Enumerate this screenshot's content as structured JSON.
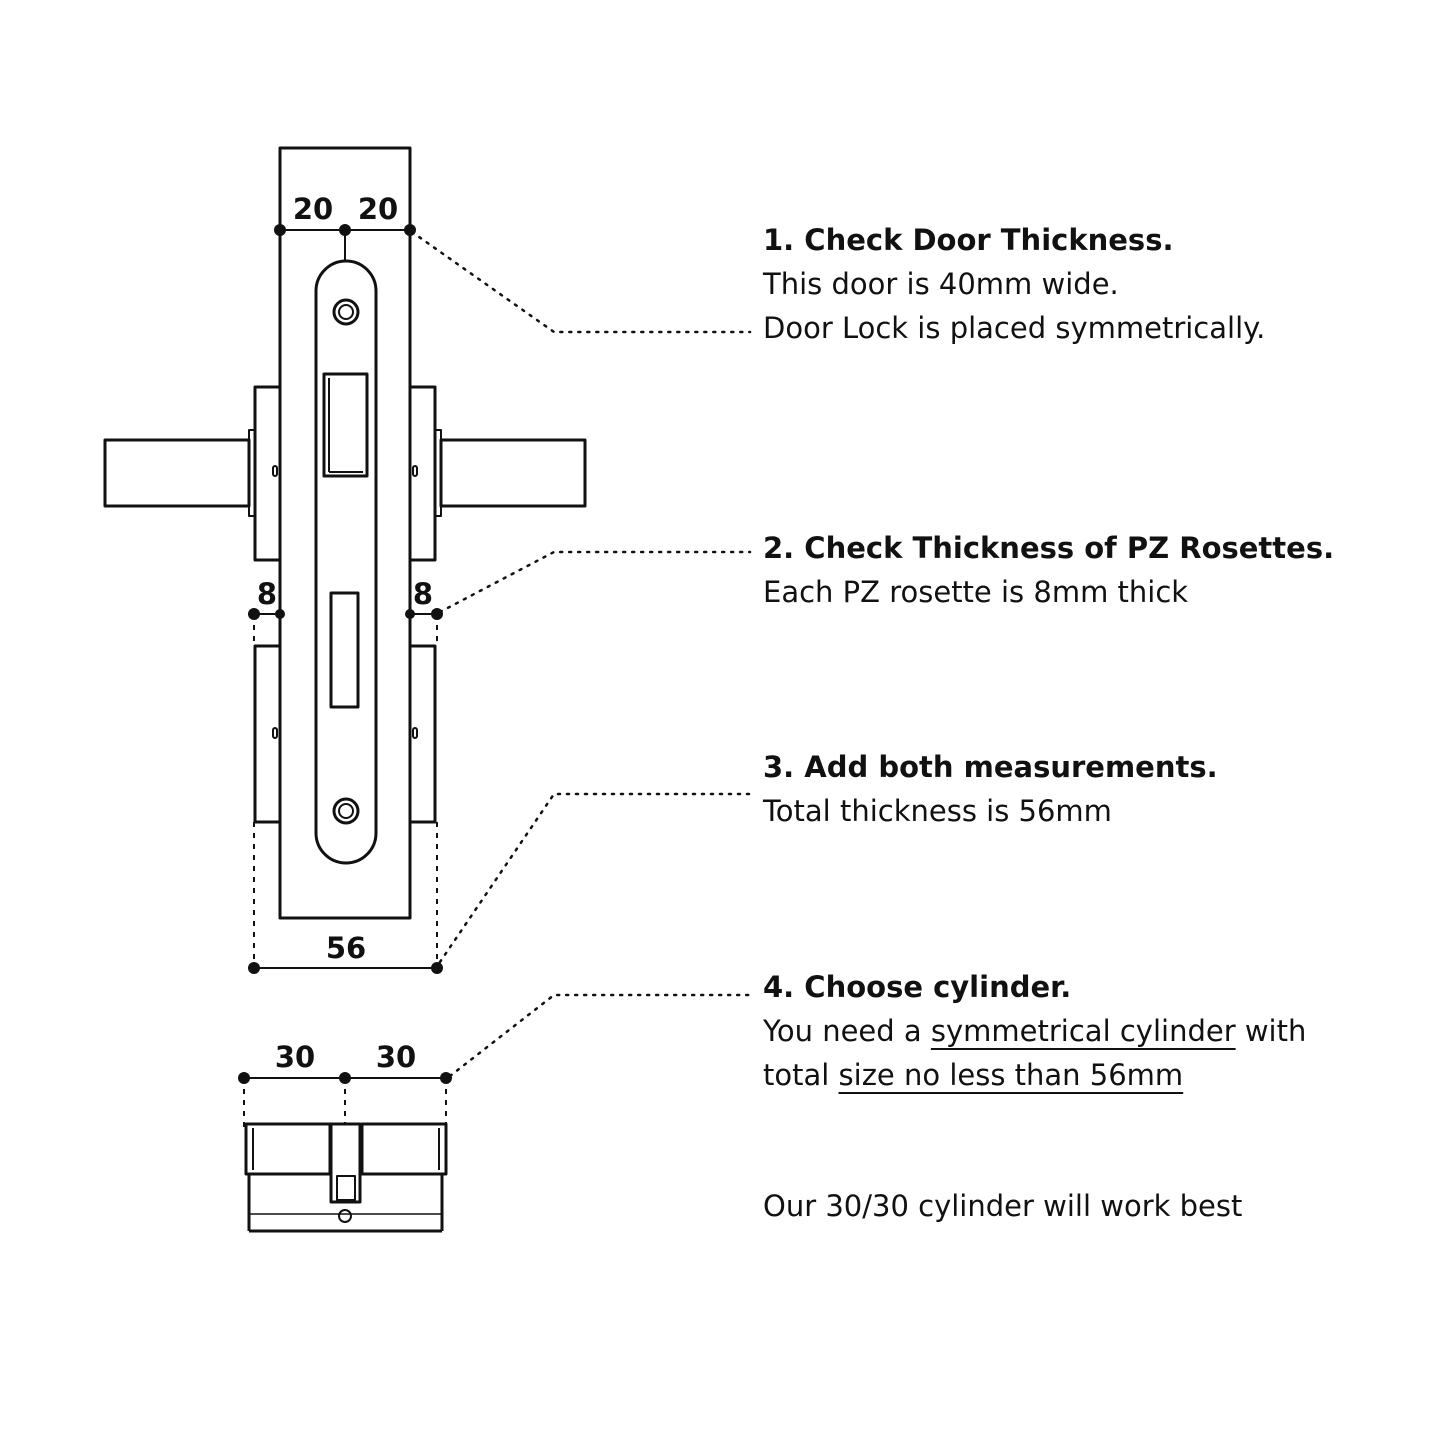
{
  "dimensions": {
    "door_left": "20",
    "door_right": "20",
    "rosette_left": "8",
    "rosette_right": "8",
    "total": "56",
    "cylinder_left": "30",
    "cylinder_right": "30"
  },
  "steps": [
    {
      "title": "1. Check Door Thickness.",
      "lines": [
        "This door is 40mm wide.",
        "Door Lock is placed symmetrically."
      ]
    },
    {
      "title": "2. Check Thickness of PZ Rosettes.",
      "lines": [
        "Each PZ rosette is 8mm thick"
      ]
    },
    {
      "title": "3. Add both measurements.",
      "lines": [
        "Total thickness is 56mm"
      ]
    },
    {
      "title": "4. Choose cylinder.",
      "line1_pre": "You need a ",
      "line1_underlined": "symmetrical cylinder",
      "line1_post": " with",
      "line2_pre": "total ",
      "line2_underlined": "size no less than 56mm"
    }
  ],
  "note": "Our 30/30 cylinder will work best",
  "colors": {
    "ink": "#111111",
    "background": "#ffffff"
  }
}
